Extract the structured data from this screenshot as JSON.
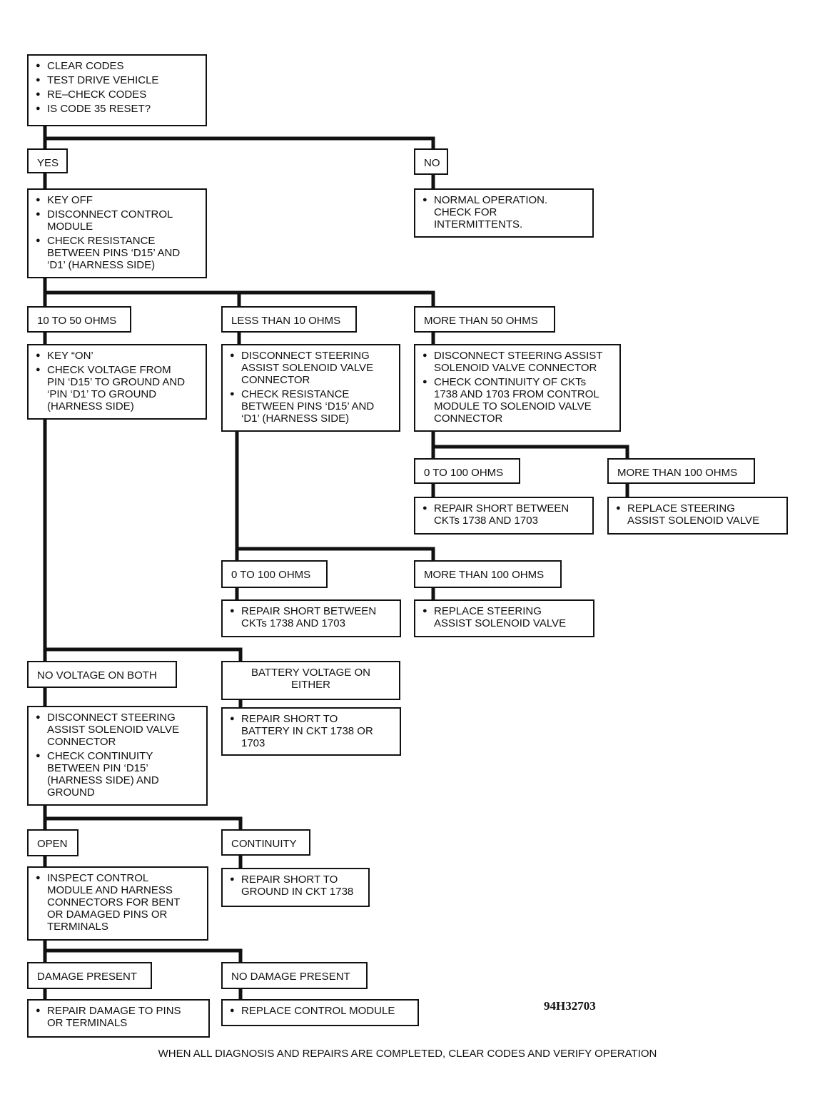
{
  "start": {
    "items": [
      [
        "CLEAR CODES"
      ],
      [
        "TEST DRIVE VEHICLE"
      ],
      [
        "RE–CHECK CODES"
      ],
      [
        "IS CODE 35 RESET?"
      ]
    ]
  },
  "yes": {
    "label": "YES"
  },
  "no": {
    "label": "NO",
    "action": {
      "items": [
        [
          "NORMAL OPERATION.",
          "CHECK FOR",
          "INTERMITTENTS."
        ]
      ]
    }
  },
  "yes_action": {
    "items": [
      [
        "KEY OFF"
      ],
      [
        "DISCONNECT CONTROL",
        "MODULE"
      ],
      [
        "CHECK RESISTANCE",
        "BETWEEN PINS ‘D15’ AND",
        "‘D1’ (HARNESS SIDE)"
      ]
    ]
  },
  "resistance": {
    "ohms_10_50": {
      "label": "10 TO 50 OHMS",
      "action": {
        "items": [
          [
            "KEY “ON’"
          ],
          [
            "CHECK VOLTAGE FROM",
            "PIN ‘D15’ TO GROUND AND",
            "‘PIN ‘D1’ TO GROUND",
            "(HARNESS SIDE)"
          ]
        ]
      }
    },
    "less_10": {
      "label": "LESS THAN 10 OHMS",
      "action": {
        "items": [
          [
            "DISCONNECT STEERING",
            "ASSIST SOLENOID VALVE",
            "CONNECTOR"
          ],
          [
            "CHECK RESISTANCE",
            "BETWEEN PINS ‘D15’ AND",
            "‘D1’ (HARNESS SIDE)"
          ]
        ]
      },
      "sub_0_100": {
        "label": "0 TO 100 OHMS",
        "action": {
          "items": [
            [
              "REPAIR SHORT BETWEEN",
              "CKTs 1738 AND 1703"
            ]
          ]
        }
      },
      "sub_more_100": {
        "label": "MORE THAN 100 OHMS",
        "action": {
          "items": [
            [
              "REPLACE STEERING",
              "ASSIST SOLENOID VALVE"
            ]
          ]
        }
      }
    },
    "more_50": {
      "label": "MORE THAN 50 OHMS",
      "action": {
        "items": [
          [
            "DISCONNECT STEERING ASSIST",
            "SOLENOID VALVE CONNECTOR"
          ],
          [
            "CHECK CONTINUITY OF CKTs",
            "1738 AND 1703 FROM CONTROL",
            "MODULE TO SOLENOID VALVE",
            "CONNECTOR"
          ]
        ]
      },
      "sub_0_100": {
        "label": "0 TO 100 OHMS",
        "action": {
          "items": [
            [
              "REPAIR SHORT BETWEEN",
              "CKTs 1738 AND 1703"
            ]
          ]
        }
      },
      "sub_more_100": {
        "label": "MORE THAN 100 OHMS",
        "action": {
          "items": [
            [
              "REPLACE STEERING",
              "ASSIST SOLENOID VALVE"
            ]
          ]
        }
      }
    }
  },
  "voltage": {
    "none": {
      "label": "NO VOLTAGE ON BOTH",
      "action": {
        "items": [
          [
            "DISCONNECT STEERING",
            "ASSIST SOLENOID VALVE",
            "CONNECTOR"
          ],
          [
            "CHECK CONTINUITY",
            "BETWEEN PIN ‘D15’",
            "(HARNESS SIDE) AND",
            "GROUND"
          ]
        ]
      }
    },
    "battery": {
      "label": [
        "BATTERY VOLTAGE ON",
        "EITHER"
      ],
      "action": {
        "items": [
          [
            "REPAIR SHORT TO",
            "BATTERY IN CKT 1738 OR",
            "1703"
          ]
        ]
      }
    }
  },
  "continuity_check": {
    "open": {
      "label": "OPEN",
      "action": {
        "items": [
          [
            "INSPECT CONTROL",
            "MODULE AND HARNESS",
            "CONNECTORS FOR BENT",
            "OR DAMAGED PINS OR",
            "TERMINALS"
          ]
        ]
      }
    },
    "continuity": {
      "label": "CONTINUITY",
      "action": {
        "items": [
          [
            "REPAIR SHORT TO",
            "GROUND IN CKT 1738"
          ]
        ]
      }
    }
  },
  "damage": {
    "present": {
      "label": "DAMAGE PRESENT",
      "action": {
        "items": [
          [
            "REPAIR DAMAGE TO PINS",
            "OR TERMINALS"
          ]
        ]
      }
    },
    "none": {
      "label": "NO DAMAGE PRESENT",
      "action": {
        "items": [
          [
            "REPLACE CONTROL MODULE"
          ]
        ]
      }
    }
  },
  "doc_id": "94H32703",
  "footer": "WHEN ALL DIAGNOSIS AND REPAIRS ARE COMPLETED, CLEAR CODES AND VERIFY OPERATION"
}
